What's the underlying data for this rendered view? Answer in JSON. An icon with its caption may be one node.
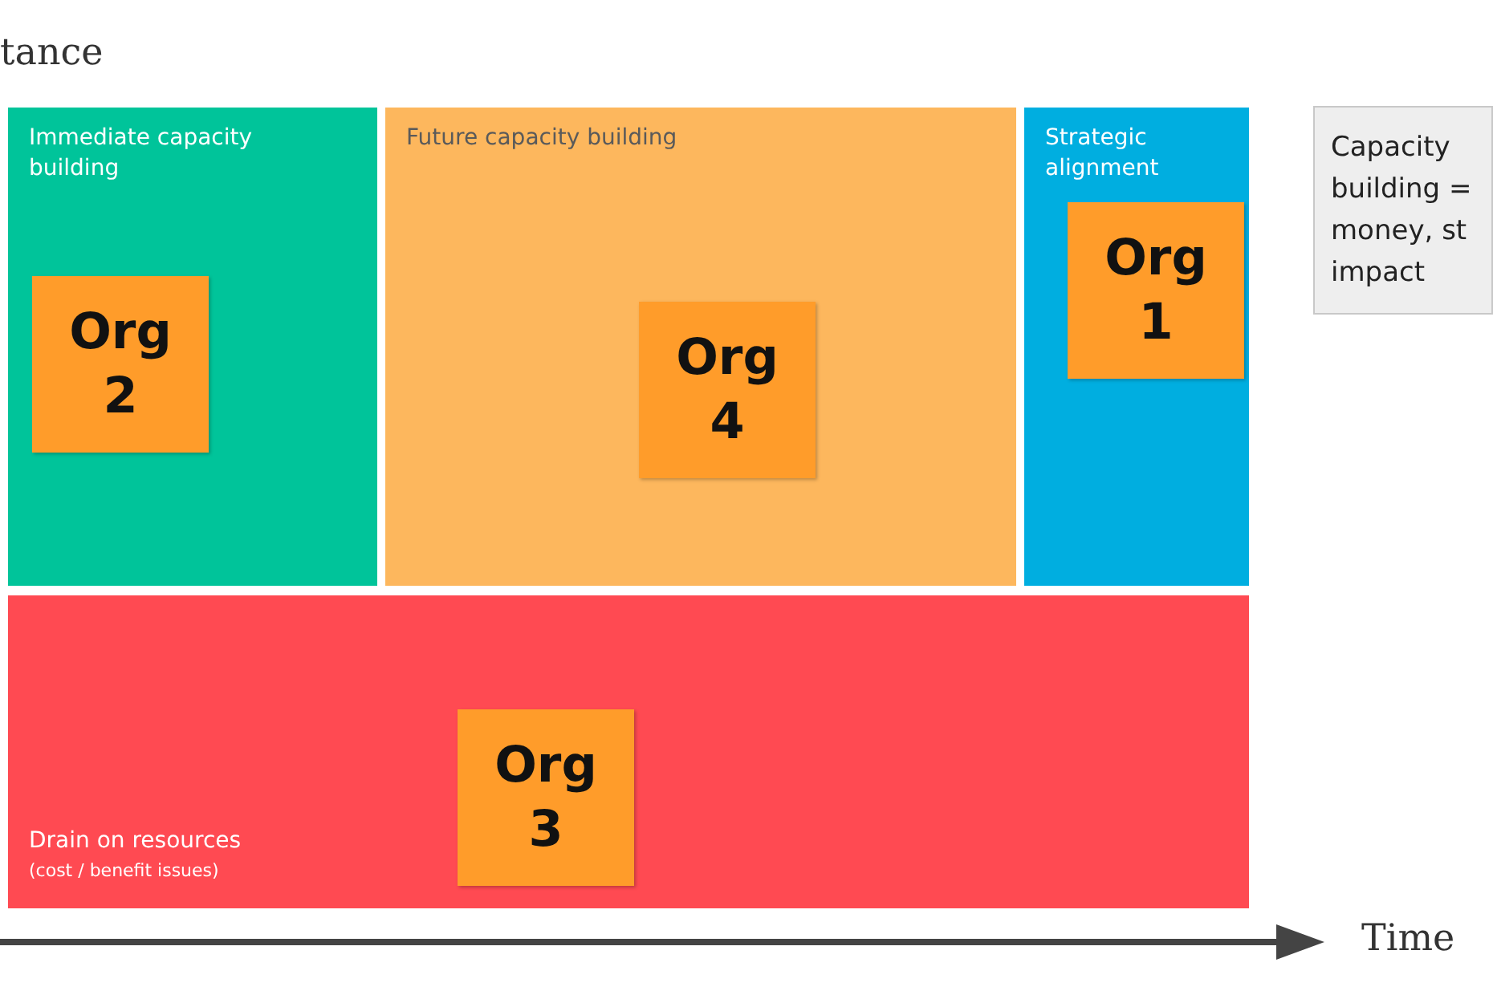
{
  "diagram": {
    "nodes": [
      {
        "text": [
          "Immediate capacity building"
        ]
      },
      {
        "text": [
          "Org 2"
        ],
        "in": 0
      },
      {
        "text": [
          "Future capacity building"
        ]
      },
      {
        "text": [
          "Org 4"
        ],
        "in": 2
      },
      {
        "text": [
          "Strategic alignment"
        ]
      },
      {
        "text": [
          "Org 1"
        ],
        "in": 4
      },
      {
        "text": [
          "Drain on resources",
          "(cost / benefit issues)"
        ]
      },
      {
        "text": [
          "Org 3"
        ],
        "in": 6
      },
      {
        "text": [
          "Capacity building = money, st impact"
        ]
      }
    ],
    "edges": [],
    "labels": [
      "tance",
      "Time"
    ]
  }
}
